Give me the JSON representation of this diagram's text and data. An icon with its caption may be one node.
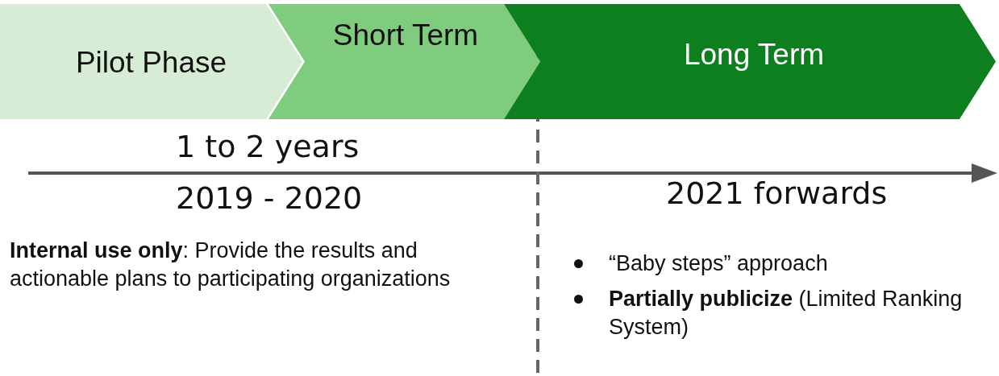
{
  "diagram": {
    "nodes": [
      {
        "text": [
          "Pilot Phase"
        ]
      },
      {
        "text": [
          "Short Term"
        ]
      },
      {
        "text": [
          "Long Term"
        ]
      }
    ],
    "labels": [
      "1 to 2 years",
      "2019 - 2020",
      "2021 forwards",
      "**Internal use only**: Provide the results and actionable plans to participating organizations",
      "“Baby steps” approach",
      "**Partially publicize** (Limited Ranking System)"
    ]
  }
}
